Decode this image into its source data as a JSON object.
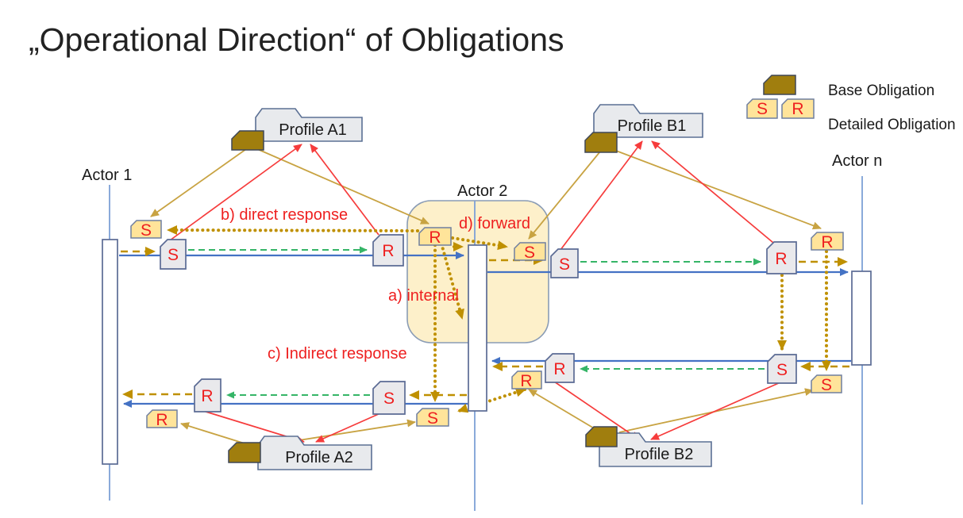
{
  "title": "„Operational Direction“ of Obligations",
  "legend": {
    "base_label": "Base Obligation",
    "detailed_label": "Detailed Obligation",
    "s": "S",
    "r": "R"
  },
  "actors": {
    "actor1": "Actor 1",
    "actor2": "Actor 2",
    "actorn": "Actor n"
  },
  "profiles": {
    "a1": "Profile A1",
    "b1": "Profile B1",
    "a2": "Profile A2",
    "b2": "Profile B2"
  },
  "annotations": {
    "a": "a) internal",
    "b": "b) direct response",
    "c": "c) Indirect response",
    "d": "d) forward"
  },
  "cards": {
    "s": "S",
    "r": "R"
  },
  "colors": {
    "red_text": "#ee1f1f",
    "red_line": "#f63c3c",
    "gold_dark": "#bf9000",
    "gold_solid": "#c8a342",
    "base_obligation_fill": "#a07e0e",
    "blue_message": "#4472c4",
    "green_response": "#35b567",
    "lifeline_blue": "#7da0d6",
    "bar_border": "#5b6b94",
    "gray_card_fill": "#e9e9ec",
    "yellow_card_fill": "#ffe49a",
    "actor2_box_fill": "#fdf0ca",
    "profile_fill": "#e8eaed"
  }
}
